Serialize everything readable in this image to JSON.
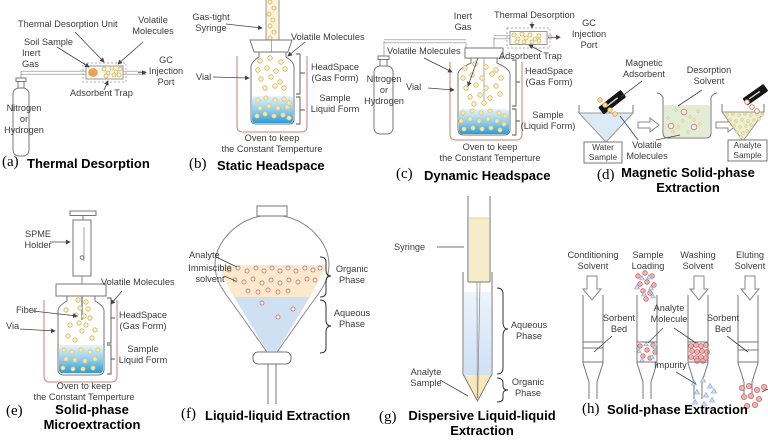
{
  "colors": {
    "liquid_blue": "#2b9cd4",
    "pale_yellow_dot": "#f9f0d0",
    "dot_outline": "#d4b85e",
    "oven_salmon": "#d79b93",
    "orange_sorbent": "#f0a24e",
    "solvent_green": "#e3edd6",
    "water_blue": "#dceaf6",
    "analyte_green": "#eef0d4",
    "red_dot_outline": "#cf7d7d",
    "red_dot_fill": "#f1b3b3",
    "blue_triangle": "#8fafd6",
    "organic_cream": "#faeacb",
    "magnet_black": "#151515"
  },
  "panels": {
    "a": {
      "letter": "(a)",
      "caption": "Thermal Desorption",
      "labels": {
        "unit": "Thermal Desorption Unit",
        "volatile": "Volatile\nMolecules",
        "soil": "Soil Sample",
        "inert_gas": "Inert\nGas",
        "gc": "GC\nInjection\nPort",
        "adsorbent": "Adsorbent Trap",
        "nitrogen": "Nitrogen\nor\nHydrogen"
      }
    },
    "b": {
      "letter": "(b)",
      "caption": "Static Headspace",
      "labels": {
        "syringe": "Gas-tight\nSyringe",
        "volatile": "Volatile Molecules",
        "vial": "Vial",
        "headspace": "HeadSpace\n(Gas Form)",
        "sample": "Sample\nLiquid Form",
        "oven": "Oven to keep\nthe Constant Temperture"
      }
    },
    "c": {
      "letter": "(c)",
      "caption": "Dynamic Headspace",
      "labels": {
        "inert_gas": "Inert\nGas",
        "thermal": "Thermal Desorption",
        "gc": "GC\nInjection\nPort",
        "adsorbent": "Adsorbent Trap",
        "volatile": "Volatile Molecules",
        "nitrogen": "Nitrogen\nor\nHydrogen",
        "vial": "Vial",
        "headspace": "HeadSpace\n(Gas Form)",
        "sample": "Sample\n(Liquid Form)",
        "oven": "Oven to keep\nthe Constant Temperture"
      }
    },
    "d": {
      "letter": "(d)",
      "caption": "Magnetic Solid-phase\nExtraction",
      "labels": {
        "magnetic": "Magnetic\nAdsorbent",
        "desorption": "Desorption\nSolvent",
        "water": "Water\nSample",
        "volatile": "Volatile\nMolecules",
        "analyte": "Analyte\nSample"
      }
    },
    "e": {
      "letter": "(e)",
      "caption": "Solid-phase\nMicroextraction",
      "labels": {
        "holder": "SPME\nHolder",
        "volatile": "Volatile Molecules",
        "fiber": "Fiber",
        "vial": "Via",
        "headspace": "HeadSpace\n(Gas Form)",
        "sample": "Sample\nLiquid Form",
        "oven": "Oven to keep\nthe Constant Temperture"
      }
    },
    "f": {
      "letter": "(f)",
      "caption": "Liquid-liquid Extraction",
      "labels": {
        "analyte": "Analyte",
        "immiscible": "Immiscible\nsolvent",
        "organic": "Organic\nPhase",
        "aqueous": "Aqueous\nPhase"
      }
    },
    "g": {
      "letter": "(g)",
      "caption": "Dispersive Liquid-liquid\nExtraction",
      "labels": {
        "syringe": "Syringe",
        "aqueous": "Aqueous\nPhase",
        "analyte": "Analyte\nSample",
        "organic": "Organic\nPhase"
      }
    },
    "h": {
      "letter": "(h)",
      "caption": "Solid-phase Extraction",
      "labels": {
        "conditioning": "Conditioning\nSolvent",
        "loading": "Sample\nLoading",
        "washing": "Washing\nSolvent",
        "eluting": "Eluting\nSolvent",
        "sorbent_left": "Sorbent\nBed",
        "analyte": "Analyte\nMolecule",
        "sorbent_right": "Sorbent\nBed",
        "impurity": "Impurity"
      }
    }
  }
}
